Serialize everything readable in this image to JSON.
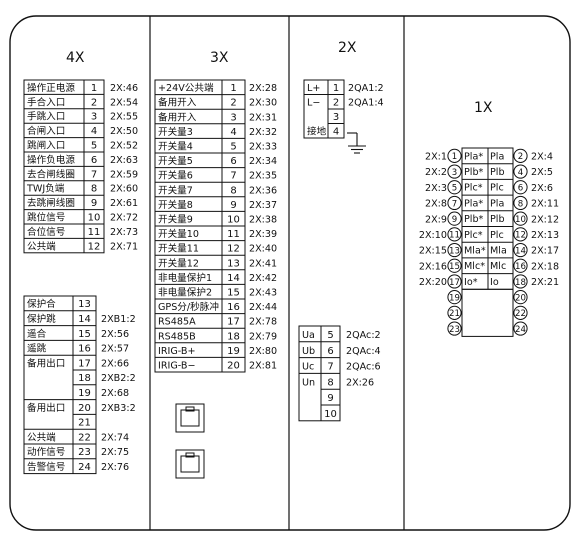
{
  "panels": {
    "p4x": {
      "title": "4X",
      "table1": [
        {
          "label": "操作正电源",
          "num": "1",
          "ref": "2X:46"
        },
        {
          "label": "手合入口",
          "num": "2",
          "ref": "2X:54"
        },
        {
          "label": "手跳入口",
          "num": "3",
          "ref": "2X:55"
        },
        {
          "label": "合闸入口",
          "num": "4",
          "ref": "2X:50"
        },
        {
          "label": "跳闸入口",
          "num": "5",
          "ref": "2X:52"
        },
        {
          "label": "操作负电源",
          "num": "6",
          "ref": "2X:63"
        },
        {
          "label": "去合闸线圈",
          "num": "7",
          "ref": "2X:59"
        },
        {
          "label": "TWJ负端",
          "num": "8",
          "ref": "2X:60"
        },
        {
          "label": "去跳闸线圈",
          "num": "9",
          "ref": "2X:61"
        },
        {
          "label": "跳位信号",
          "num": "10",
          "ref": "2X:72"
        },
        {
          "label": "合位信号",
          "num": "11",
          "ref": "2X:73"
        },
        {
          "label": "公共端",
          "num": "12",
          "ref": "2X:71"
        }
      ],
      "table2": [
        {
          "label": "保护合",
          "num": "13",
          "ref": ""
        },
        {
          "label": "保护跳",
          "num": "14",
          "ref": "2XB1:2"
        },
        {
          "label": "遥合",
          "num": "15",
          "ref": "2X:56"
        },
        {
          "label": "遥跳",
          "num": "16",
          "ref": "2X:57"
        },
        {
          "label": "备用出口",
          "num": "17",
          "ref": "2X:66"
        },
        {
          "label": "",
          "num": "18",
          "ref": "2XB2:2"
        },
        {
          "label": "",
          "num": "19",
          "ref": "2X:68"
        },
        {
          "label": "备用出口",
          "num": "20",
          "ref": "2XB3:2"
        },
        {
          "label": "",
          "num": "21",
          "ref": ""
        },
        {
          "label": "公共端",
          "num": "22",
          "ref": "2X:74"
        },
        {
          "label": "动作信号",
          "num": "23",
          "ref": "2X:75"
        },
        {
          "label": "告警信号",
          "num": "24",
          "ref": "2X:76"
        }
      ]
    },
    "p3x": {
      "title": "3X",
      "table": [
        {
          "label": "+24V公共端",
          "num": "1",
          "ref": "2X:28"
        },
        {
          "label": "备用开入",
          "num": "2",
          "ref": "2X:30"
        },
        {
          "label": "备用开入",
          "num": "3",
          "ref": "2X:31"
        },
        {
          "label": "开关量3",
          "num": "4",
          "ref": "2X:32"
        },
        {
          "label": "开关量4",
          "num": "5",
          "ref": "2X:33"
        },
        {
          "label": "开关量5",
          "num": "6",
          "ref": "2X:34"
        },
        {
          "label": "开关量6",
          "num": "7",
          "ref": "2X:35"
        },
        {
          "label": "开关量7",
          "num": "8",
          "ref": "2X:36"
        },
        {
          "label": "开关量8",
          "num": "9",
          "ref": "2X:37"
        },
        {
          "label": "开关量9",
          "num": "10",
          "ref": "2X:38"
        },
        {
          "label": "开关量10",
          "num": "11",
          "ref": "2X:39"
        },
        {
          "label": "开关量11",
          "num": "12",
          "ref": "2X:40"
        },
        {
          "label": "开关量12",
          "num": "13",
          "ref": "2X:41"
        },
        {
          "label": "非电量保护1",
          "num": "14",
          "ref": "2X:42"
        },
        {
          "label": "非电量保护2",
          "num": "15",
          "ref": "2X:43"
        },
        {
          "label": "GPS分/秒脉冲",
          "num": "16",
          "ref": "2X:44"
        },
        {
          "label": "RS485A",
          "num": "17",
          "ref": "2X:78"
        },
        {
          "label": "RS485B",
          "num": "18",
          "ref": "2X:79"
        },
        {
          "label": "IRIG-B+",
          "num": "19",
          "ref": "2X:80"
        },
        {
          "label": "IRIG-B−",
          "num": "20",
          "ref": "2X:81"
        }
      ]
    },
    "p2x": {
      "title": "2X",
      "table1": [
        {
          "label": "L+",
          "num": "1",
          "ref": "2QA1:2"
        },
        {
          "label": "L−",
          "num": "2",
          "ref": "2QA1:4"
        },
        {
          "label": "",
          "num": "3",
          "ref": ""
        },
        {
          "label": "接地",
          "num": "4",
          "ref": ""
        }
      ],
      "table2": [
        {
          "label": "Ua",
          "num": "5",
          "ref": "2QAc:2"
        },
        {
          "label": "Ub",
          "num": "6",
          "ref": "2QAc:4"
        },
        {
          "label": "Uc",
          "num": "7",
          "ref": "2QAc:6"
        },
        {
          "label": "Un",
          "num": "8",
          "ref": "2X:26"
        },
        {
          "label": "",
          "num": "9",
          "ref": ""
        },
        {
          "label": "",
          "num": "10",
          "ref": ""
        }
      ]
    },
    "p1x": {
      "title": "1X",
      "rows": [
        {
          "lref": "2X:1",
          "ln": "1",
          "c1": "Pla*",
          "c2": "Pla",
          "rn": "2",
          "rref": "2X:4"
        },
        {
          "lref": "2X:2",
          "ln": "3",
          "c1": "Plb*",
          "c2": "Plb",
          "rn": "4",
          "rref": "2X:5"
        },
        {
          "lref": "2X:3",
          "ln": "5",
          "c1": "Plc*",
          "c2": "Plc",
          "rn": "6",
          "rref": "2X:6"
        },
        {
          "lref": "2X:8",
          "ln": "7",
          "c1": "Pla*",
          "c2": "Pla",
          "rn": "8",
          "rref": "2X:11"
        },
        {
          "lref": "2X:9",
          "ln": "9",
          "c1": "Plb*",
          "c2": "Plb",
          "rn": "10",
          "rref": "2X:12"
        },
        {
          "lref": "2X:10",
          "ln": "11",
          "c1": "Plc*",
          "c2": "Plc",
          "rn": "12",
          "rref": "2X:13"
        },
        {
          "lref": "2X:15",
          "ln": "13",
          "c1": "Mla*",
          "c2": "Mla",
          "rn": "14",
          "rref": "2X:17"
        },
        {
          "lref": "2X:16",
          "ln": "15",
          "c1": "Mlc*",
          "c2": "Mlc",
          "rn": "16",
          "rref": "2X:18"
        },
        {
          "lref": "2X:20",
          "ln": "17",
          "c1": "Io*",
          "c2": "Io",
          "rn": "18",
          "rref": "2X:21"
        },
        {
          "lref": "",
          "ln": "19",
          "c1": "",
          "c2": "",
          "rn": "20",
          "rref": ""
        },
        {
          "lref": "",
          "ln": "21",
          "c1": "",
          "c2": "",
          "rn": "22",
          "rref": ""
        },
        {
          "lref": "",
          "ln": "23",
          "c1": "",
          "c2": "",
          "rn": "24",
          "rref": ""
        }
      ]
    }
  },
  "icons": [
    "ethernet-port-icon",
    "ethernet-port-icon",
    "ground-symbol-icon"
  ],
  "colors": {
    "line": "#111111",
    "background": "#ffffff"
  }
}
